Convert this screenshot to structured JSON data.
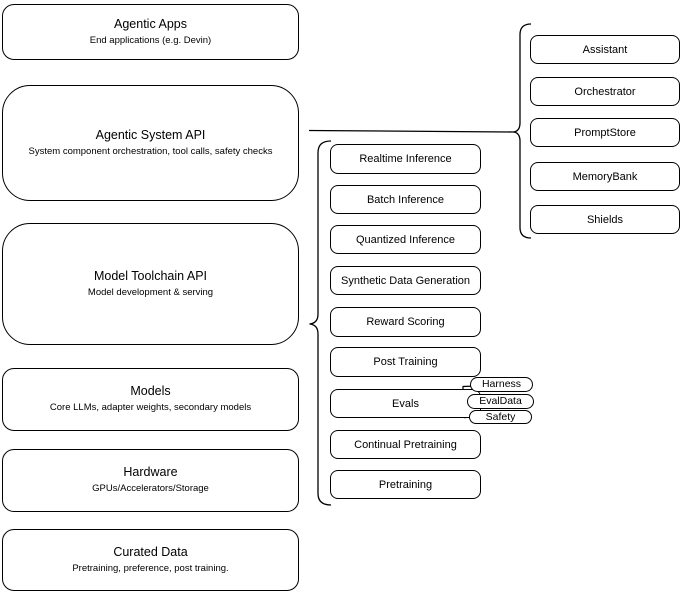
{
  "diagram": {
    "stroke_color": "#000000",
    "fill_color": "#ffffff",
    "left_stack": [
      {
        "title": "Agentic Apps",
        "subtitle": "End applications (e.g. Devin)"
      },
      {
        "title": "Agentic System API",
        "subtitle": "System component orchestration, tool calls, safety checks"
      },
      {
        "title": "Model Toolchain API",
        "subtitle": "Model development & serving"
      },
      {
        "title": "Models",
        "subtitle": "Core LLMs, adapter weights, secondary models"
      },
      {
        "title": "Hardware",
        "subtitle": "GPUs/Accelerators/Storage"
      },
      {
        "title": "Curated Data",
        "subtitle": "Pretraining, preference, post training."
      }
    ],
    "toolchain_items": [
      "Realtime Inference",
      "Batch Inference",
      "Quantized Inference",
      "Synthetic Data Generation",
      "Reward Scoring",
      "Post Training",
      "Evals",
      "Continual Pretraining",
      "Pretraining"
    ],
    "eval_tags": [
      "Harness",
      "EvalData",
      "Safety"
    ],
    "system_components": [
      "Assistant",
      "Orchestrator",
      "PromptStore",
      "MemoryBank",
      "Shields"
    ]
  }
}
